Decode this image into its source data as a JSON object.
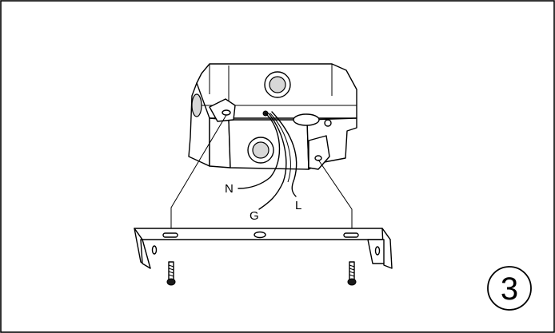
{
  "diagram": {
    "wire_labels": {
      "neutral": "N",
      "ground": "G",
      "live": "L"
    },
    "step_number": "3"
  }
}
